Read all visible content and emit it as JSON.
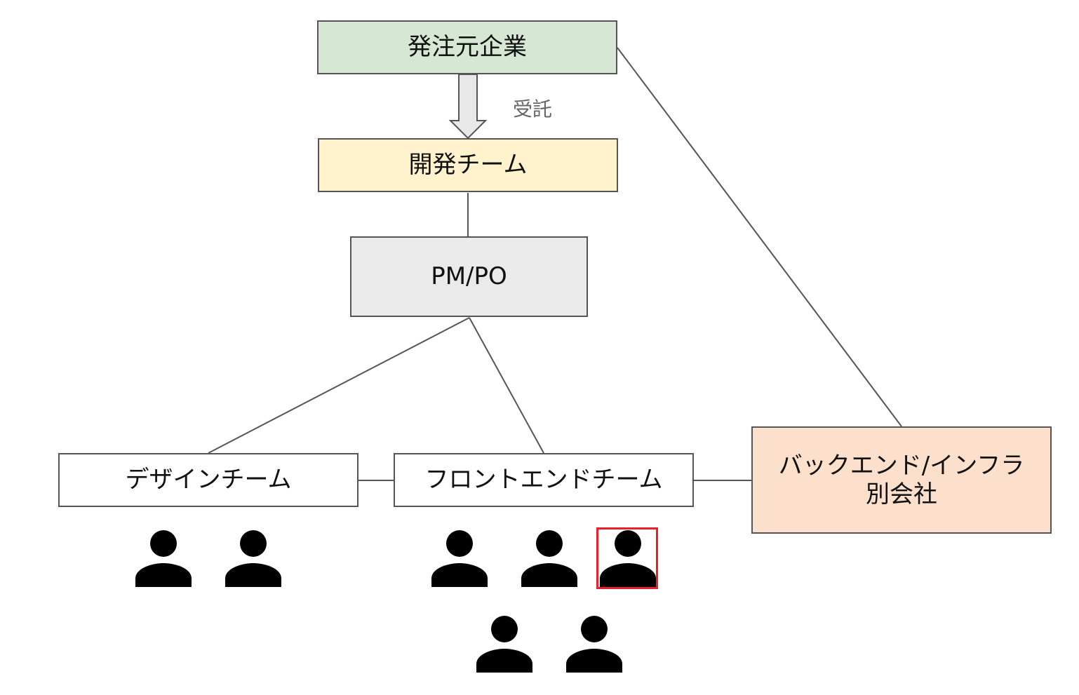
{
  "nodes": {
    "client": {
      "label": "発注元企業",
      "fill": "#d6e8d4"
    },
    "dev_team": {
      "label": "開発チーム",
      "fill": "#fff2cc"
    },
    "pmpo": {
      "label": "PM/PO",
      "fill": "#eaeaea"
    },
    "design_team": {
      "label": "デザインチーム",
      "fill": "#ffffff"
    },
    "frontend_team": {
      "label": "フロントエンドチーム",
      "fill": "#ffffff"
    },
    "backend_infra": {
      "label": "バックエンド/インフラ\n別会社",
      "fill": "#fde0cb"
    }
  },
  "edges": {
    "consignment_label": "受託"
  },
  "members": {
    "design": [
      {
        "icon": "person-icon"
      },
      {
        "icon": "person-icon"
      }
    ],
    "frontend": [
      {
        "icon": "person-icon"
      },
      {
        "icon": "person-icon"
      },
      {
        "icon": "person-icon",
        "selected": true
      },
      {
        "icon": "person-icon"
      },
      {
        "icon": "person-icon"
      }
    ]
  },
  "colors": {
    "line": "#555555",
    "arrow_fill": "#e8e8e8",
    "icon": "#000000",
    "selection": "#e8202a"
  }
}
